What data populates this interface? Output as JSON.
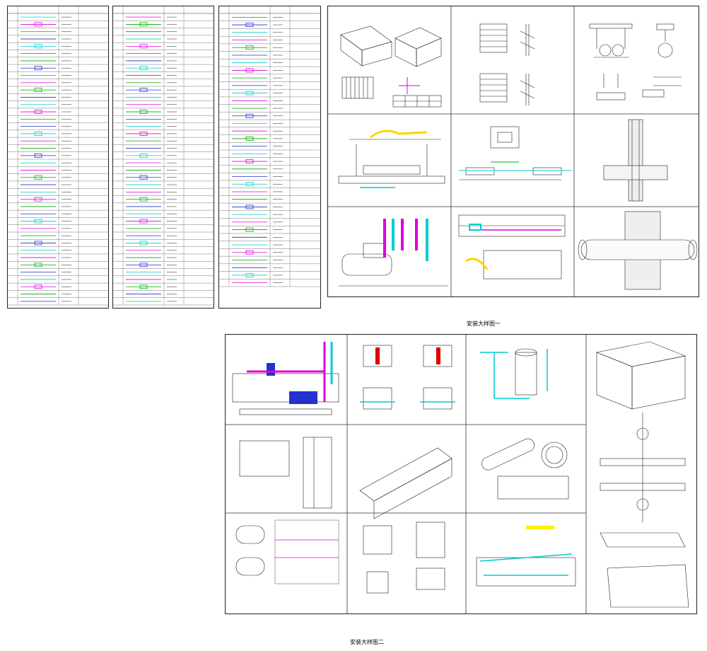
{
  "legend_sheets": [
    {
      "rows_start": 1,
      "rows_end": 40
    },
    {
      "rows_start": 41,
      "rows_end": 80
    },
    {
      "rows_start": 81,
      "rows_end": 116
    }
  ],
  "detail_sheet_1": {
    "caption": "安装大样图一"
  },
  "detail_sheet_2": {
    "caption": "安装大样图二"
  },
  "colors": {
    "cyan": "#00cccc",
    "magenta": "#dd00dd",
    "green": "#00aa00",
    "yellow": "#ffee00",
    "blue": "#2233cc",
    "red": "#dd0000",
    "line": "#222222"
  }
}
